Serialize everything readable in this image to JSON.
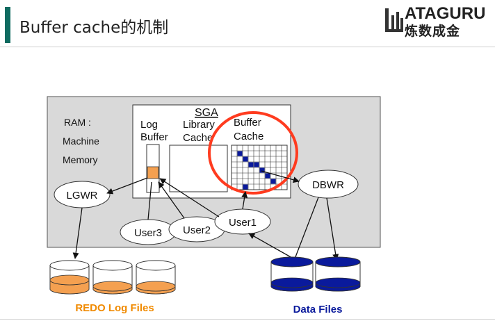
{
  "slide": {
    "title": "Buffer cache的机制",
    "logo_top": "ATAGURU",
    "logo_bottom": "炼数成金"
  },
  "diagram": {
    "ram_label": "RAM :",
    "machine_label": "Machine",
    "memory_label": "Memory",
    "sga_label": "SGA",
    "log_label": "Log",
    "buffer_label": "Buffer",
    "library_label": "Library",
    "cache_label": "Cache",
    "buffer_cache_label1": "Buffer",
    "buffer_cache_label2": "Cache",
    "lgwr": "LGWR",
    "dbwr": "DBWR",
    "user1": "User1",
    "user2": "User2",
    "user3": "User3",
    "redo_files": "REDO Log Files",
    "data_files": "Data Files"
  },
  "colors": {
    "accent_bar": "#0f6b60",
    "ram_fill": "#d9d9d9",
    "orange": "#f4a050",
    "blue": "#0a1a9c",
    "highlight_circle": "#ff3b1f",
    "redo_label": "#f08a00",
    "data_label": "#0a1a9c"
  }
}
